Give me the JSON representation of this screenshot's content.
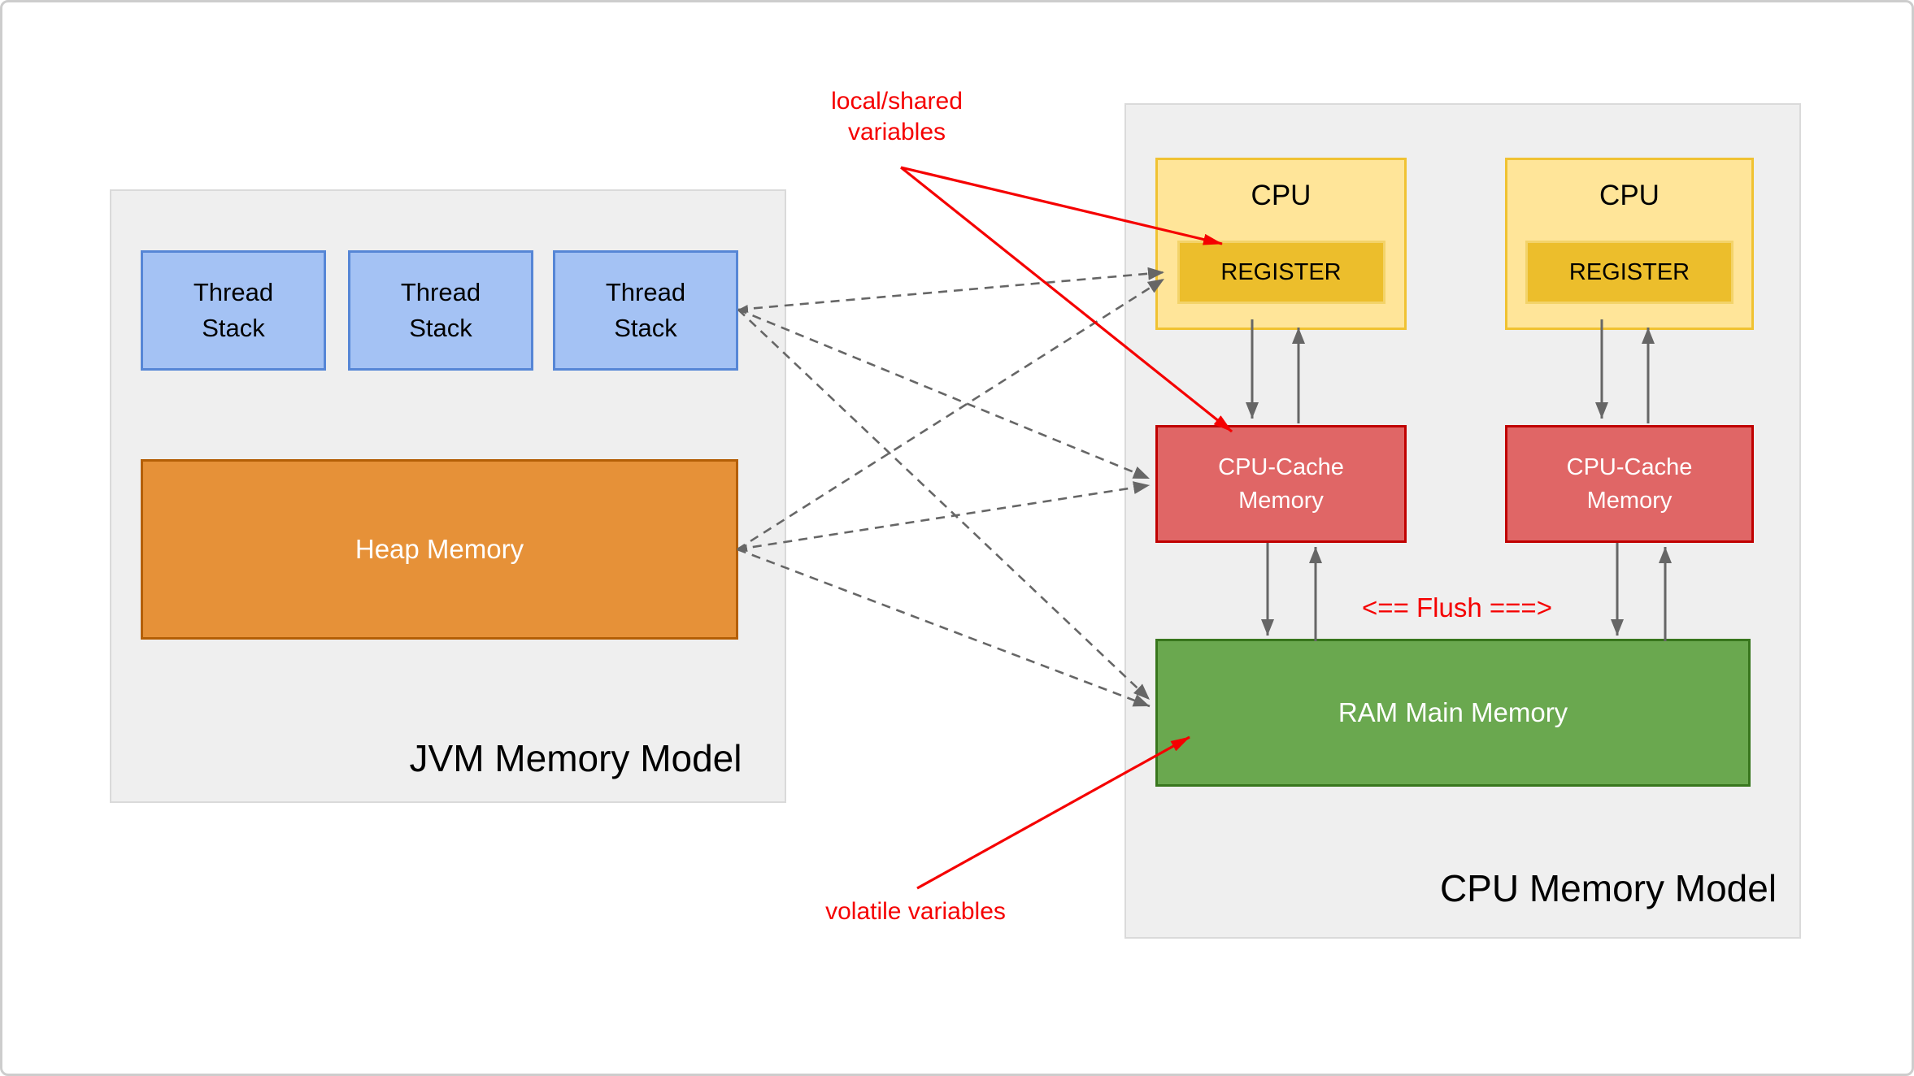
{
  "diagram": {
    "jvm": {
      "title": "JVM Memory Model",
      "thread_stacks": [
        "Thread\nStack",
        "Thread\nStack",
        "Thread\nStack"
      ],
      "heap_label": "Heap Memory"
    },
    "cpu_model": {
      "title": "CPU Memory Model",
      "cpus": [
        {
          "label": "CPU",
          "register_label": "REGISTER"
        },
        {
          "label": "CPU",
          "register_label": "REGISTER"
        }
      ],
      "caches": [
        {
          "label": "CPU-Cache\nMemory"
        },
        {
          "label": "CPU-Cache\nMemory"
        }
      ],
      "ram_label": "RAM Main Memory",
      "flush_label": "<== Flush ===>"
    },
    "annotations": {
      "local_shared": "local/shared\nvariables",
      "volatile": "volatile variables"
    },
    "colors": {
      "thread_stack_fill": "#a4c2f4",
      "thread_stack_border": "#5686d6",
      "heap_fill": "#e69138",
      "heap_border": "#b45f06",
      "cpu_fill": "#ffe599",
      "cpu_border": "#f0c232",
      "register_fill": "#ecbe2c",
      "cache_fill": "#e06666",
      "cache_border": "#c00000",
      "ram_fill": "#6aa84f",
      "ram_border": "#38761d",
      "model_box_fill": "#efefef",
      "arrow_gray": "#666666",
      "annotation_red": "#f50000"
    }
  }
}
